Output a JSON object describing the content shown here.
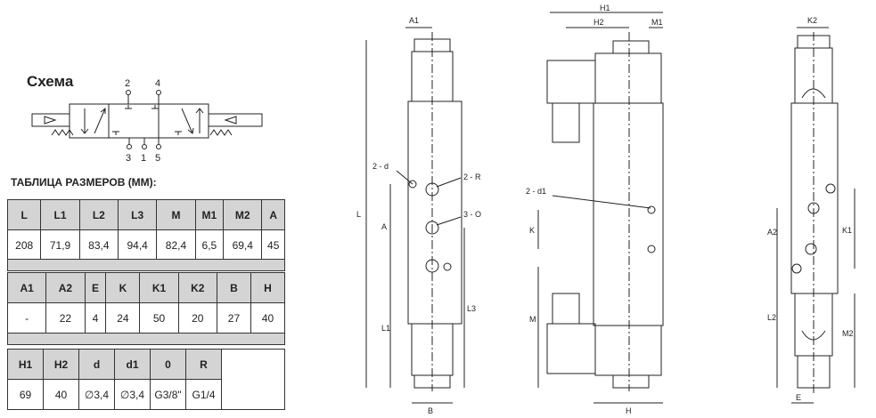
{
  "schema_title": "Схема",
  "table_title": "ТАБЛИЦА РАЗМЕРОВ (ММ):",
  "table": [
    {
      "headers": [
        "L",
        "L1",
        "L2",
        "L3",
        "M",
        "M1",
        "M2",
        "A"
      ],
      "values": [
        "208",
        "71,9",
        "83,4",
        "94,4",
        "82,4",
        "6,5",
        "69,4",
        "45"
      ]
    },
    {
      "headers": [
        "A1",
        "A2",
        "E",
        "K",
        "K1",
        "K2",
        "B",
        "H"
      ],
      "values": [
        "-",
        "22",
        "4",
        "24",
        "50",
        "20",
        "27",
        "40"
      ]
    },
    {
      "headers": [
        "H1",
        "H2",
        "d",
        "d1",
        "0",
        "R"
      ],
      "values": [
        "69",
        "40",
        "∅3,4",
        "∅3,4",
        "G3/8\"",
        "G1/4"
      ]
    }
  ],
  "ports": {
    "p2": "2",
    "p4": "4",
    "p3": "3",
    "p1": "1",
    "p5": "5"
  },
  "labels": {
    "A1": "A1",
    "L": "L",
    "A": "A",
    "L1": "L1",
    "L3": "L3",
    "B": "B",
    "d2": "2 - d",
    "R2": "2 - R",
    "O3": "3 - O",
    "H1": "H1",
    "H2": "H2",
    "M1": "M1",
    "d12": "2 - d1",
    "K": "K",
    "M": "M",
    "H": "H",
    "K2": "K2",
    "A2": "A2",
    "K1": "K1",
    "L2": "L2",
    "M2": "M2",
    "E": "E"
  }
}
